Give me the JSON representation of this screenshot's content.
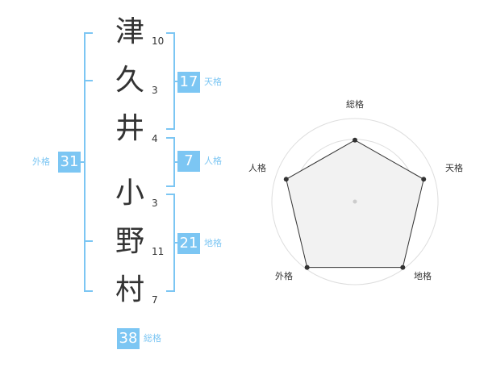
{
  "characters": [
    {
      "char": "津",
      "strokes": "10"
    },
    {
      "char": "久",
      "strokes": "3"
    },
    {
      "char": "井",
      "strokes": "4"
    },
    {
      "char": "小",
      "strokes": "3"
    },
    {
      "char": "野",
      "strokes": "11"
    },
    {
      "char": "村",
      "strokes": "7"
    }
  ],
  "kaku": {
    "tenkaku": {
      "value": "17",
      "label": "天格"
    },
    "jinkaku": {
      "value": "7",
      "label": "人格"
    },
    "chikaku": {
      "value": "21",
      "label": "地格"
    },
    "gaikaku": {
      "value": "31",
      "label": "外格"
    },
    "soukaku": {
      "value": "38",
      "label": "総格"
    }
  },
  "colors": {
    "accent": "#7cc6f3",
    "text": "#333333",
    "grid": "#dddddd",
    "fill": "#f2f2f2"
  },
  "chart_data": {
    "type": "radar",
    "axes": [
      "総格",
      "天格",
      "地格",
      "外格",
      "人格"
    ],
    "values": [
      0.74,
      0.87,
      0.98,
      0.98,
      0.87
    ],
    "rings": 4,
    "grid": true
  }
}
